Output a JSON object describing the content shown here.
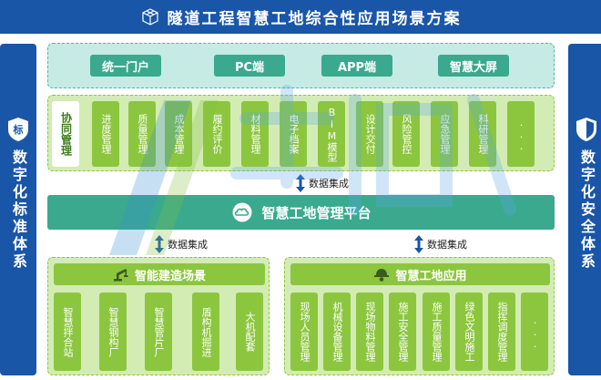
{
  "header": {
    "title": "隧道工程智慧工地综合性应用场景方案"
  },
  "left_bar": {
    "text": "数字化标准体系",
    "badge": "标"
  },
  "right_bar": {
    "text": "数字化安全体系"
  },
  "portals": [
    "统一门户",
    "PC端",
    "APP端",
    "智慧大屏"
  ],
  "modules": [
    "协同管理",
    "进度管理",
    "质量管理",
    "成本管理",
    "履约评价",
    "材料管理",
    "电子档案",
    "BIM模型",
    "设计交付",
    "风险管控",
    "应急管理",
    "科研管理",
    "..."
  ],
  "connectors": {
    "top": "数据集成",
    "left": "数据集成",
    "right": "数据集成"
  },
  "platform": {
    "title": "智慧工地管理平台"
  },
  "left_panel": {
    "title": "智能建造场景",
    "items": [
      "智慧拌合站",
      "智慧钢构厂",
      "智慧管片厂",
      "盾构机掘进",
      "大机配套"
    ]
  },
  "right_panel": {
    "title": "智慧工地应用",
    "items": [
      "现场人员管理",
      "机械设备管理",
      "现场物料管理",
      "施工安全管理",
      "施工质量管理",
      "绿色文明施工",
      "指挥调度管理",
      "..."
    ]
  },
  "colors": {
    "header": "#1a56a8",
    "teal": "#3aa98e",
    "green": "#8cc63f",
    "light_green": "#d3ecb4",
    "light_teal": "#c6ebe4"
  }
}
